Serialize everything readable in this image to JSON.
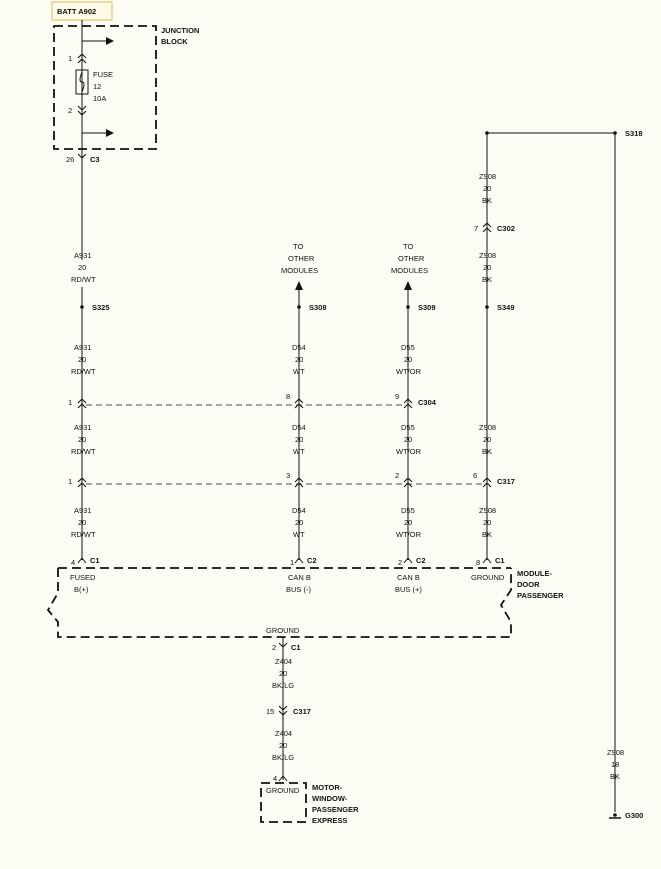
{
  "header": {
    "batt_label": "BATT A902",
    "accent": "#f0c070"
  },
  "junction_block": {
    "title_1": "JUNCTION",
    "title_2": "BLOCK",
    "fuse_1": "FUSE",
    "fuse_2": "12",
    "fuse_3": "10A",
    "pin_top": "1",
    "pin_bottom": "2"
  },
  "connectors": {
    "c3": {
      "pin": "26",
      "name": "C3"
    },
    "c302": {
      "pin": "7",
      "name": "C302"
    },
    "c304": {
      "pin_a": "1",
      "pin_b": "8",
      "pin_c": "9",
      "name": "C304"
    },
    "c317": {
      "pin_a": "1",
      "pin_b": "3",
      "pin_c": "2",
      "pin_d": "6",
      "name": "C317"
    },
    "c1_a": {
      "pin": "4",
      "name": "C1"
    },
    "c2_a": {
      "pin": "1",
      "name": "C2"
    },
    "c2_b": {
      "pin": "2",
      "name": "C2"
    },
    "c1_b": {
      "pin": "8",
      "name": "C1"
    },
    "c1_g": {
      "pin": "2",
      "name": "C1"
    },
    "c317_b": {
      "pin": "15",
      "name": "C317"
    },
    "motor_pin": "4"
  },
  "splices": {
    "s318": "S318",
    "s325": "S325",
    "s308": "S308",
    "s309": "S309",
    "s349": "S349"
  },
  "wires": {
    "a931": [
      "A931",
      "20",
      "RD/WT"
    ],
    "d54": [
      "D54",
      "20",
      "WT"
    ],
    "d55": [
      "D55",
      "20",
      "WT/OR"
    ],
    "z908": [
      "Z908",
      "20",
      "BK"
    ],
    "z908_18": [
      "Z908",
      "18",
      "BK"
    ],
    "z404": [
      "Z404",
      "20",
      "BK/LG"
    ]
  },
  "to_other": [
    "TO",
    "OTHER",
    "MODULES"
  ],
  "module": {
    "name": [
      "MODULE-",
      "DOOR",
      "PASSENGER"
    ],
    "fused": [
      "FUSED",
      "B(+)"
    ],
    "canb_minus": [
      "CAN B",
      "BUS (-)"
    ],
    "canb_plus": [
      "CAN B",
      "BUS (+)"
    ],
    "ground": "GROUND",
    "ground_bottom": "GROUND"
  },
  "motor": {
    "ground": "GROUND",
    "name": [
      "MOTOR-",
      "WINDOW-",
      "PASSENGER",
      "EXPRESS"
    ]
  },
  "g300": "G300"
}
